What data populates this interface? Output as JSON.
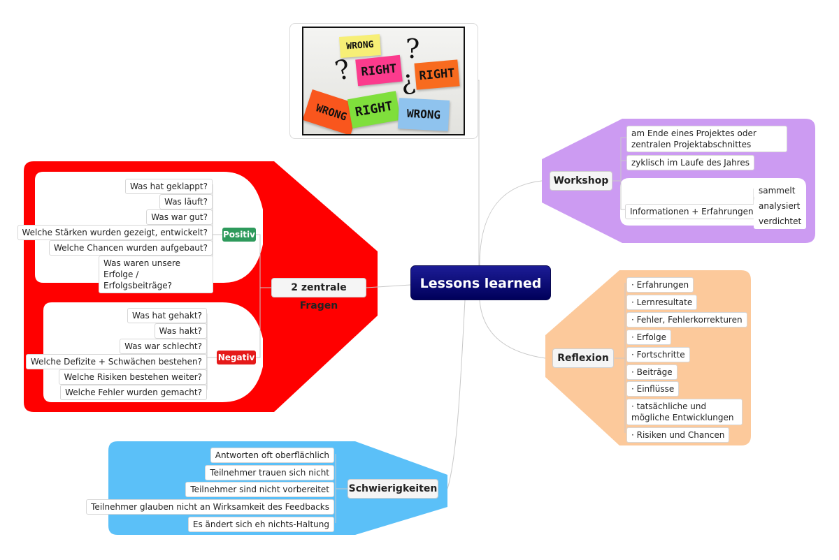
{
  "colors": {
    "red": "#ff0000",
    "blue": "#5bc0f8",
    "purple": "#cc9bf2",
    "orange": "#fcc99b",
    "central": "#0c0c7a",
    "positive": "#2e9a5c",
    "negative": "#e51a1a"
  },
  "central": "Lessons learned",
  "image": {
    "notes": [
      "WRONG",
      "RIGHT",
      "RIGHT",
      "WRONG",
      "RIGHT",
      "WRONG"
    ],
    "marks": [
      "?",
      "?",
      "?"
    ]
  },
  "fragen": {
    "label": "2 zentrale Fragen",
    "positiv": {
      "label": "Positiv",
      "items": [
        "Was hat geklappt?",
        "Was läuft?",
        "Was war gut?",
        "Welche Stärken wurden gezeigt, entwickelt?",
        "Welche Chancen wurden aufgebaut?",
        "Was waren unsere Erfolge / Erfolgsbeiträge?"
      ]
    },
    "negativ": {
      "label": "Negativ",
      "items": [
        "Was hat gehakt?",
        "Was hakt?",
        "Was war schlecht?",
        "Welche Defizite + Schwächen bestehen?",
        "Welche Risiken bestehen weiter?",
        "Welche Fehler wurden gemacht?"
      ]
    }
  },
  "schwierigkeiten": {
    "label": "Schwierigkeiten",
    "items": [
      "Antworten oft oberflächlich",
      "Teilnehmer trauen sich nicht",
      "Teilnehmer sind nicht vorbereitet",
      "Teilnehmer glauben nicht an Wirksamkeit des Feedbacks",
      "Es ändert sich eh nichts-Haltung"
    ]
  },
  "workshop": {
    "label": "Workshop",
    "items": [
      "am Ende eines Projektes oder zentralen Projektabschnittes",
      "zyklisch im Laufe des Jahres",
      "Informationen + Erfahrungen"
    ],
    "sub": [
      "sammelt",
      "analysiert",
      "verdichtet"
    ]
  },
  "reflexion": {
    "label": "Reflexion",
    "items": [
      "· Erfahrungen",
      "· Lernresultate",
      "· Fehler, Fehlerkorrekturen",
      "· Erfolge",
      "· Fortschritte",
      "· Beiträge",
      "· Einflüsse",
      "· tatsächliche und mögliche Entwicklungen",
      "· Risiken und Chancen"
    ]
  }
}
